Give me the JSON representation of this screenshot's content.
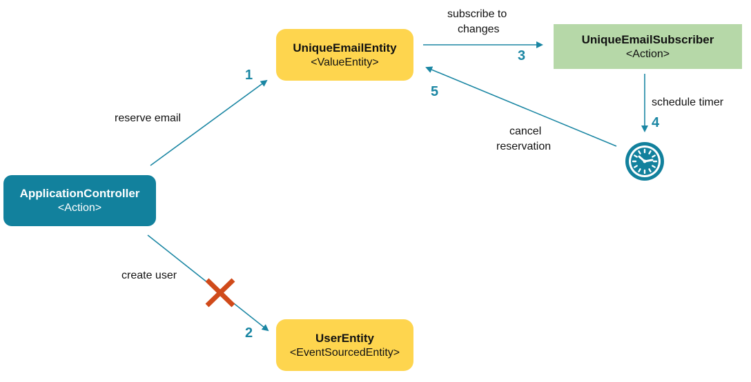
{
  "nodes": {
    "application_controller": {
      "title": "ApplicationController",
      "subtitle": "<Action>"
    },
    "unique_email_entity": {
      "title": "UniqueEmailEntity",
      "subtitle": "<ValueEntity>"
    },
    "unique_email_subscriber": {
      "title": "UniqueEmailSubscriber",
      "subtitle": "<Action>"
    },
    "user_entity": {
      "title": "UserEntity",
      "subtitle": "<EventSourcedEntity>"
    }
  },
  "edges": {
    "reserve_email": {
      "label": "reserve email",
      "step": "1"
    },
    "create_user": {
      "label": "create user",
      "step": "2"
    },
    "subscribe": {
      "label_line1": "subscribe to",
      "label_line2": "changes",
      "step": "3"
    },
    "schedule_timer": {
      "label": "schedule timer",
      "step": "4"
    },
    "cancel_reservation": {
      "label_line1": "cancel",
      "label_line2": "reservation",
      "step": "5"
    }
  },
  "icons": {
    "timer": "clock-icon",
    "failure": "red-cross-icon"
  },
  "colors": {
    "yellow": "#fed54e",
    "teal": "#12819d",
    "green": "#b6d8a8",
    "arrow": "#1a86a3",
    "cross": "#d04a1a"
  }
}
